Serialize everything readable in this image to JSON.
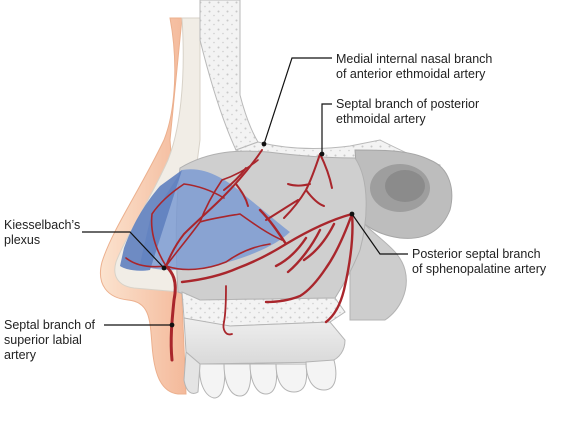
{
  "labels": {
    "medial_internal_nasal": {
      "line1": "Medial internal nasal branch",
      "line2": "of anterior ethmoidal artery"
    },
    "septal_posterior_ethmoidal": {
      "line1": "Septal branch of posterior",
      "line2": "ethmoidal artery"
    },
    "kiesselbach": {
      "line1": "Kiesselbach’s",
      "line2": "plexus"
    },
    "posterior_septal_sphenopalatine": {
      "line1": "Posterior septal branch",
      "line2": "of sphenopalatine artery"
    },
    "septal_superior_labial": {
      "line1": "Septal branch of",
      "line2": "superior labial",
      "line3": "artery"
    }
  },
  "colors": {
    "artery": "#a9262c",
    "plexus_region": "#7d9bd2",
    "bone": "#e6e6e6",
    "septum": "#cfcfcf",
    "skin": "#f6c9a4",
    "leader_line": "#111111"
  }
}
